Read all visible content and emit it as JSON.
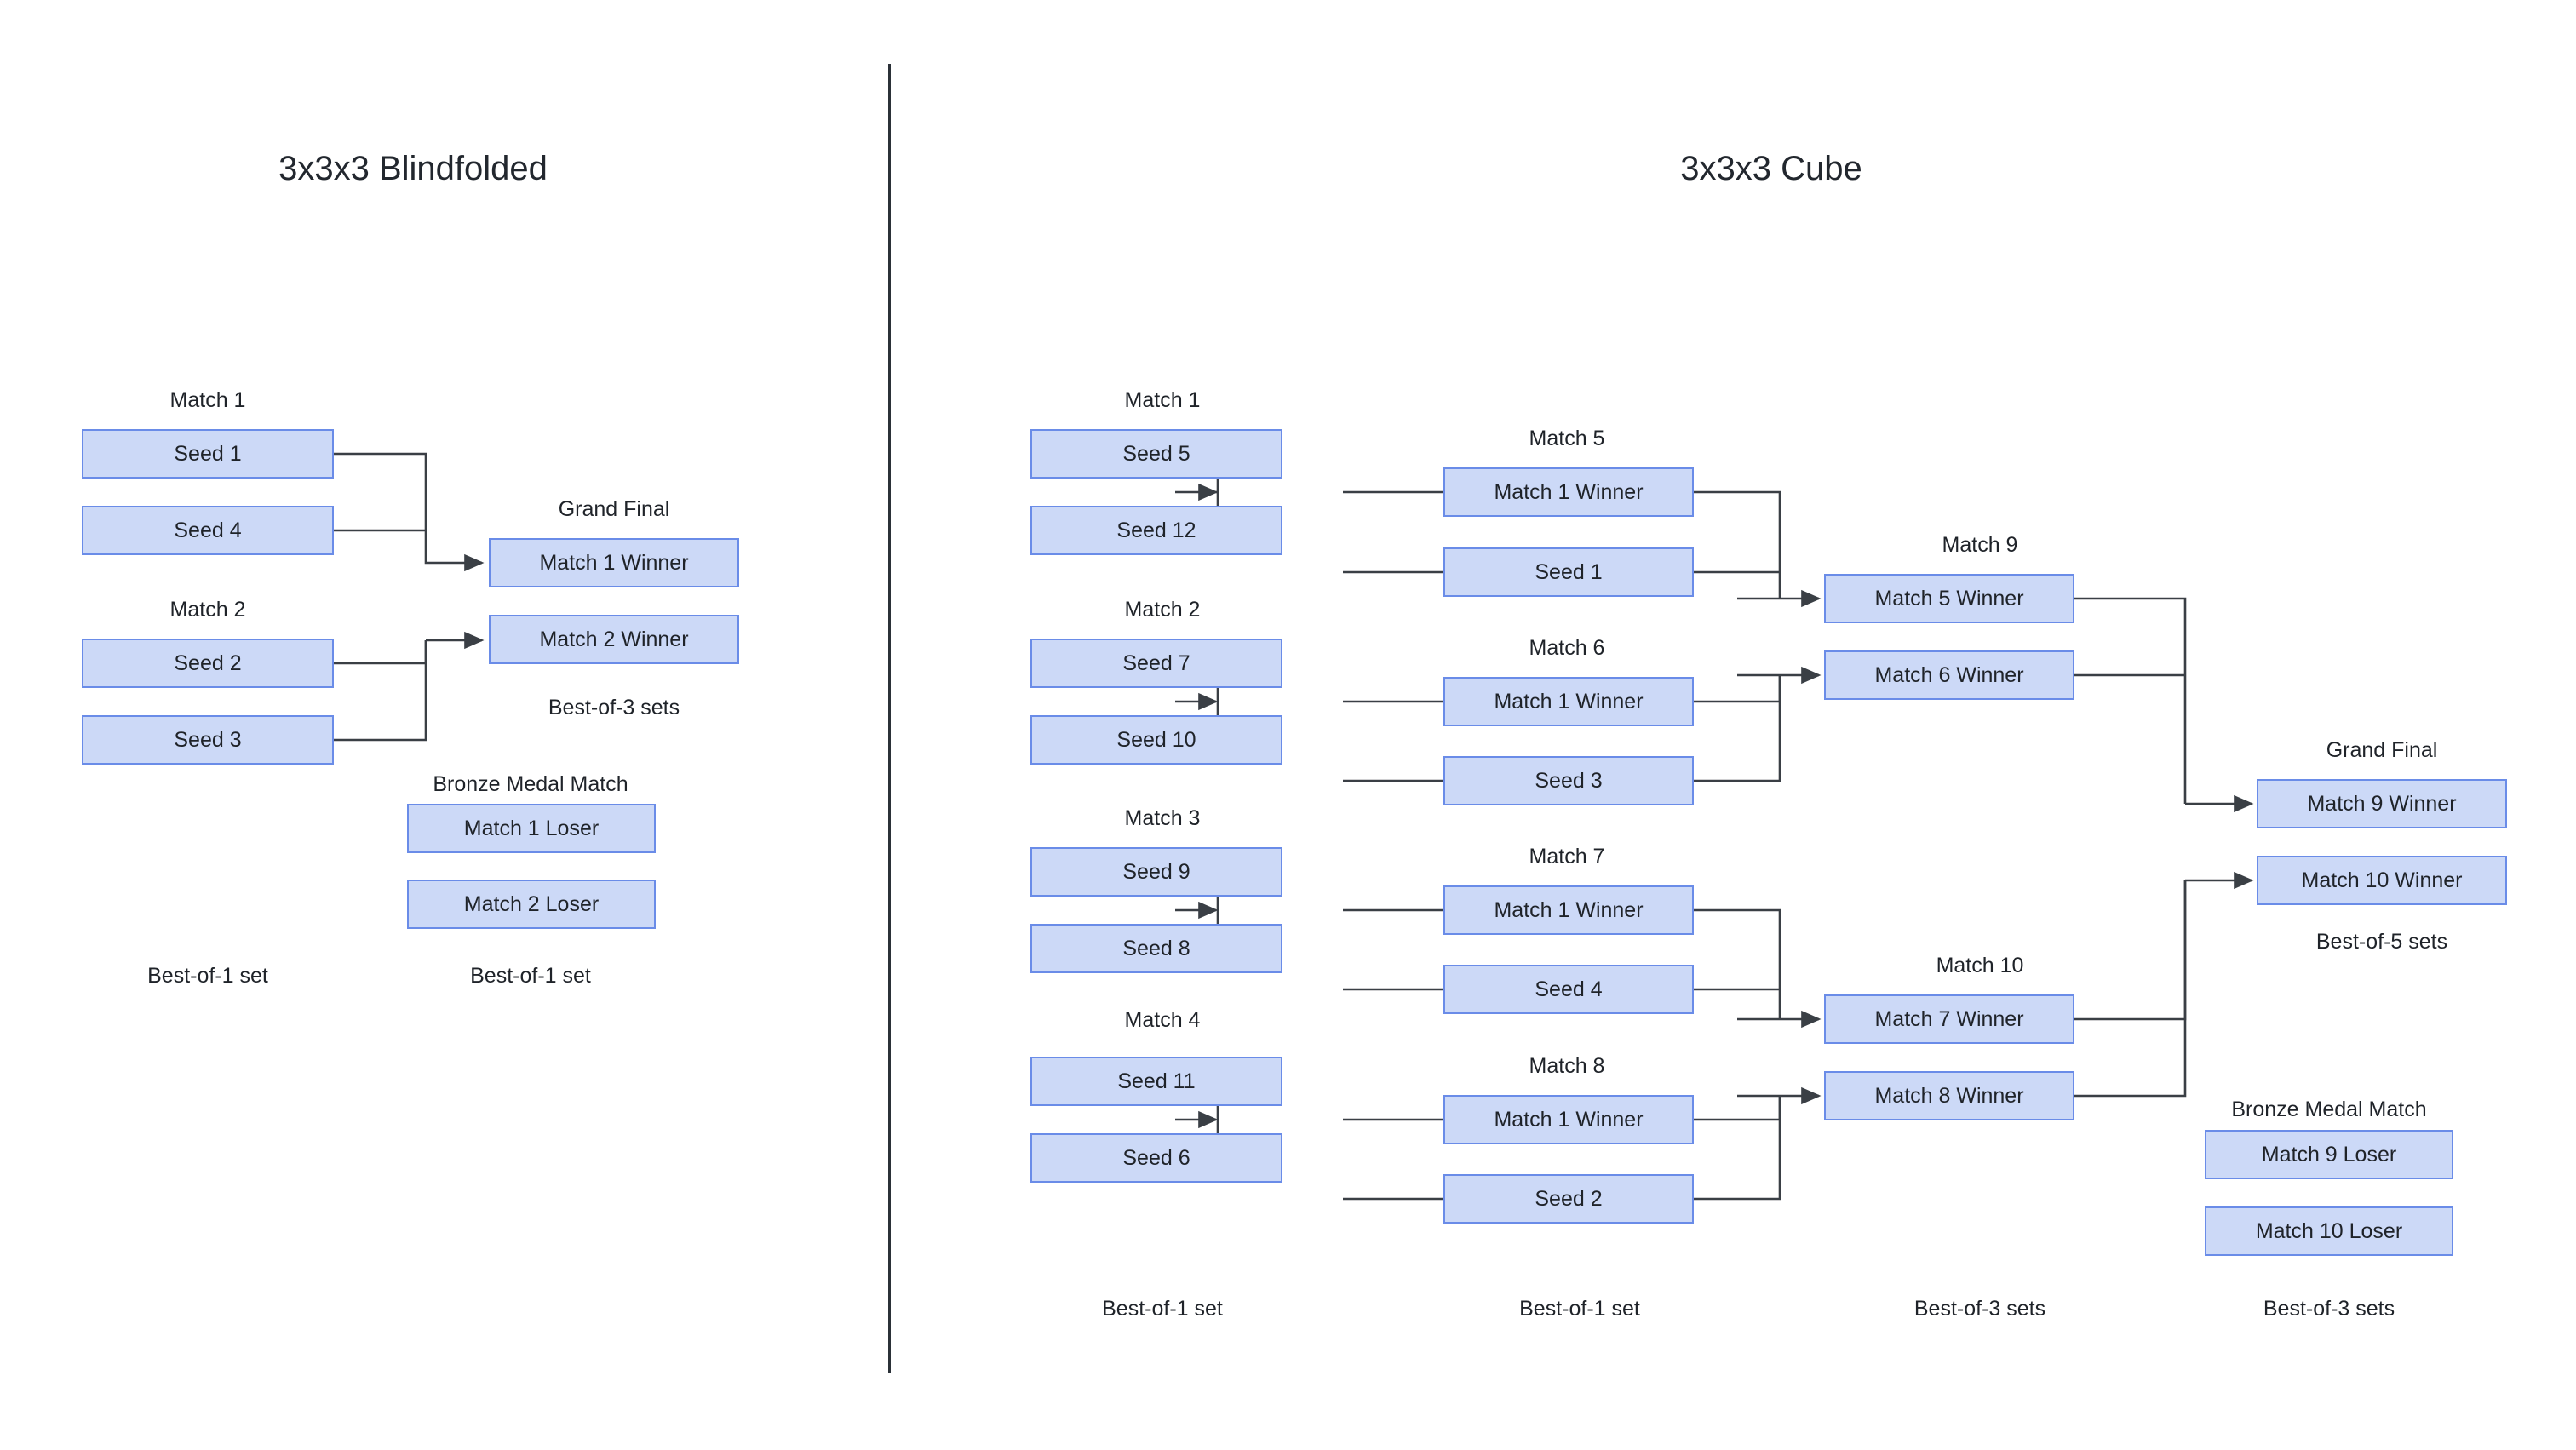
{
  "page": {
    "background": "#ffffff",
    "box_fill": "#ccd9f7",
    "box_border": "#6a8ce8",
    "line_color": "#3a3f45",
    "text_color": "#1f2329"
  },
  "divider": {
    "name": "vertical-divider"
  },
  "left_bracket": {
    "title": "3x3x3 Blindfolded",
    "round_labels": [
      {
        "text": "Match 1"
      },
      {
        "text": "Match 2"
      },
      {
        "text": "Grand Final"
      },
      {
        "text": "Bronze Medal Match"
      }
    ],
    "boxes": [
      {
        "text": "Seed 1"
      },
      {
        "text": "Seed 4"
      },
      {
        "text": "Seed 2"
      },
      {
        "text": "Seed 3"
      },
      {
        "text": "Match 1 Winner"
      },
      {
        "text": "Match 2 Winner"
      },
      {
        "text": "Match 1 Loser"
      },
      {
        "text": "Match 2 Loser"
      }
    ],
    "footers": [
      {
        "text": "Best-of-1 set"
      },
      {
        "text": "Best-of-3 sets"
      },
      {
        "text": "Best-of-1 set"
      }
    ]
  },
  "right_bracket": {
    "title": "3x3x3 Cube",
    "round_labels": [
      {
        "text": "Match 1"
      },
      {
        "text": "Match 2"
      },
      {
        "text": "Match 3"
      },
      {
        "text": "Match 4"
      },
      {
        "text": "Match 5"
      },
      {
        "text": "Match 6"
      },
      {
        "text": "Match 7"
      },
      {
        "text": "Match 8"
      },
      {
        "text": "Match 9"
      },
      {
        "text": "Match 10"
      },
      {
        "text": "Grand Final"
      },
      {
        "text": "Bronze Medal Match"
      }
    ],
    "boxes": [
      {
        "text": "Seed 5"
      },
      {
        "text": "Seed 12"
      },
      {
        "text": "Seed 7"
      },
      {
        "text": "Seed 10"
      },
      {
        "text": "Seed 9"
      },
      {
        "text": "Seed 8"
      },
      {
        "text": "Seed 11"
      },
      {
        "text": "Seed 6"
      },
      {
        "text": "Match 1 Winner"
      },
      {
        "text": "Seed 1"
      },
      {
        "text": "Match 1 Winner"
      },
      {
        "text": "Seed 3"
      },
      {
        "text": "Match 1 Winner"
      },
      {
        "text": "Seed 4"
      },
      {
        "text": "Match 1 Winner"
      },
      {
        "text": "Seed 2"
      },
      {
        "text": "Match 5 Winner"
      },
      {
        "text": "Match 6 Winner"
      },
      {
        "text": "Match 7 Winner"
      },
      {
        "text": "Match 8 Winner"
      },
      {
        "text": "Match 9 Winner"
      },
      {
        "text": "Match 10 Winner"
      },
      {
        "text": "Match 9 Loser"
      },
      {
        "text": "Match 10 Loser"
      }
    ],
    "footers": [
      {
        "text": "Best-of-1 set"
      },
      {
        "text": "Best-of-1 set"
      },
      {
        "text": "Best-of-3 sets"
      },
      {
        "text": "Best-of-3 sets"
      },
      {
        "text": "Best-of-5 sets"
      }
    ]
  }
}
